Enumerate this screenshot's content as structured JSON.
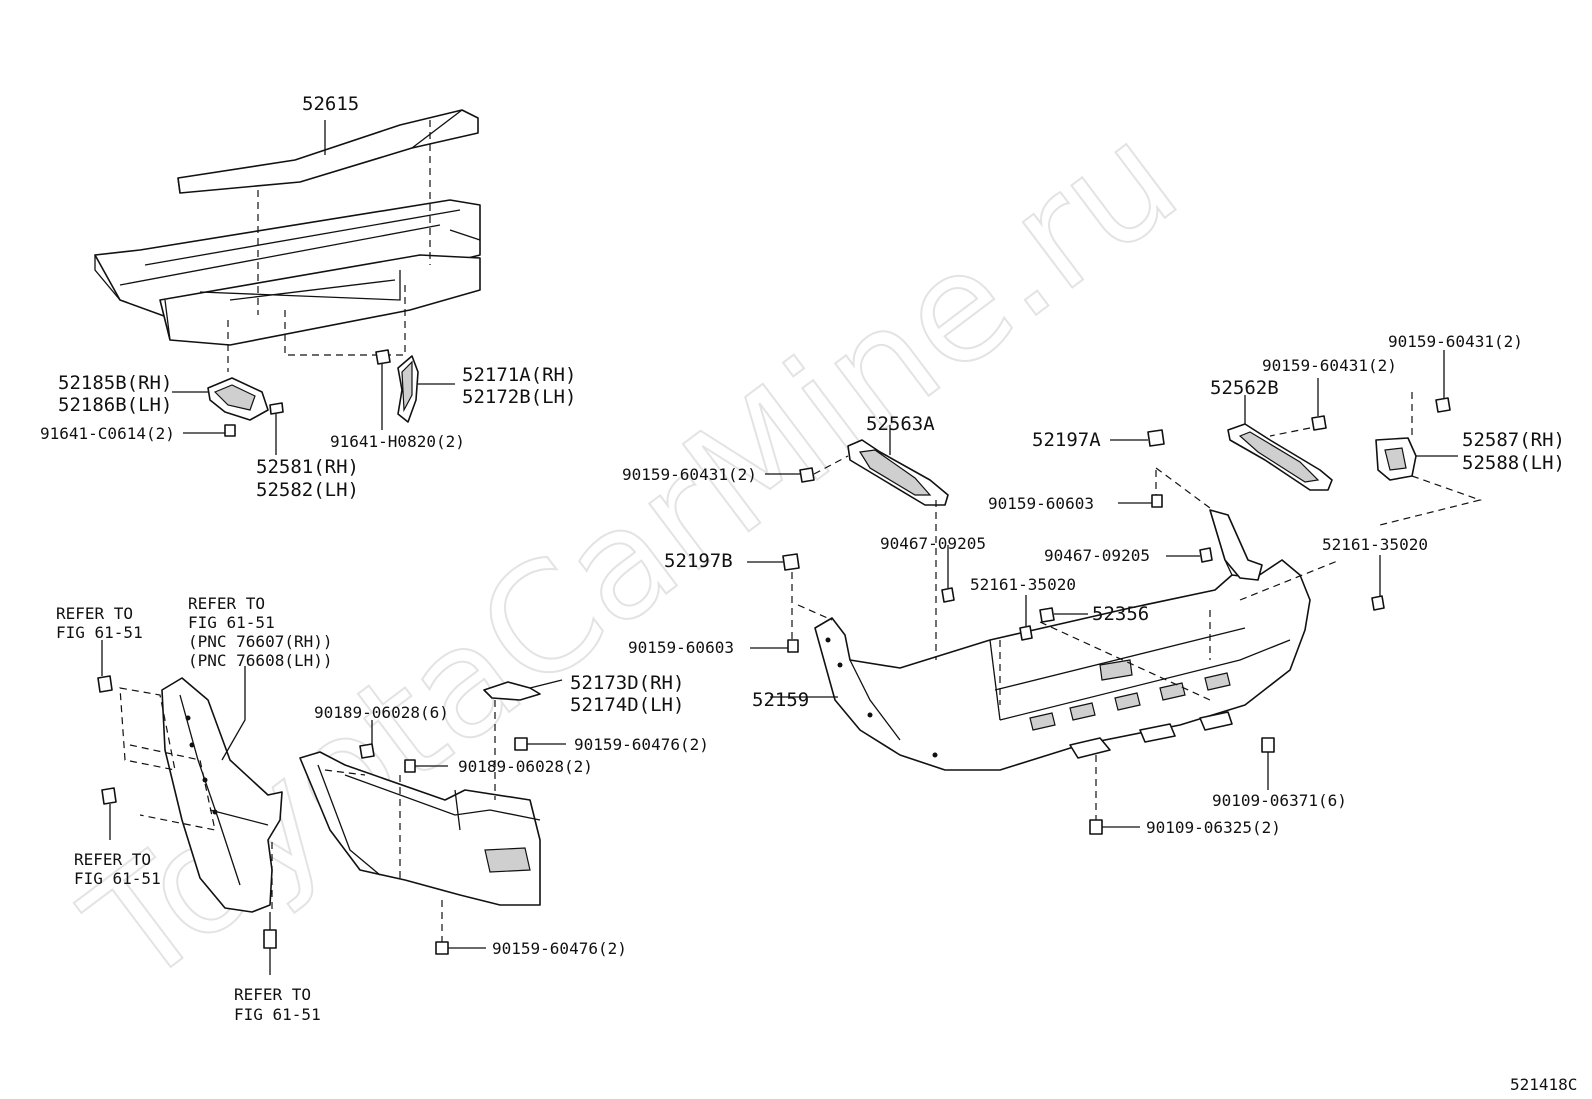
{
  "watermark": "ToyotaCarMine.ru",
  "figure_code": "521418C",
  "labels": {
    "p52615": "52615",
    "p52185B": "52185B(RH)",
    "p52186B": "52186B(LH)",
    "p91641c": "91641-C0614(2)",
    "p52581": "52581(RH)",
    "p52582": "52582(LH)",
    "p52171A": "52171A(RH)",
    "p52172B": "52172B(LH)",
    "p91641h": "91641-H0820(2)",
    "p52563A": "52563A",
    "p90159_431_l": "90159-60431(2)",
    "p52197B": "52197B",
    "p90159_603_l": "90159-60603",
    "p90467_l": "90467-09205",
    "p52161_l": "52161-35020",
    "p52356": "52356",
    "p52159": "52159",
    "p52197A": "52197A",
    "p90159_603_r": "90159-60603",
    "p90467_r": "90467-09205",
    "p52562B": "52562B",
    "p90159_431_m": "90159-60431(2)",
    "p90159_431_r": "90159-60431(2)",
    "p52587": "52587(RH)",
    "p52588": "52588(LH)",
    "p52161_r": "52161-35020",
    "p90109_371": "90109-06371(6)",
    "p90109_325": "90109-06325(2)",
    "refer_tl_1": "REFER TO",
    "refer_tl_2": "FIG 61-51",
    "refer_c_1": "REFER TO",
    "refer_c_2": "FIG 61-51",
    "refer_c_3": "(PNC 76607(RH))",
    "refer_c_4": "(PNC 76608(LH))",
    "refer_ml_1": "REFER TO",
    "refer_ml_2": "FIG 61-51",
    "refer_b_1": "REFER TO",
    "refer_b_2": "FIG 61-51",
    "p90189_6": "90189-06028(6)",
    "p90189_2": "90189-06028(2)",
    "p52173D": "52173D(RH)",
    "p52174D": "52174D(LH)",
    "p90159_476_a": "90159-60476(2)",
    "p90159_476_b": "90159-60476(2)"
  }
}
